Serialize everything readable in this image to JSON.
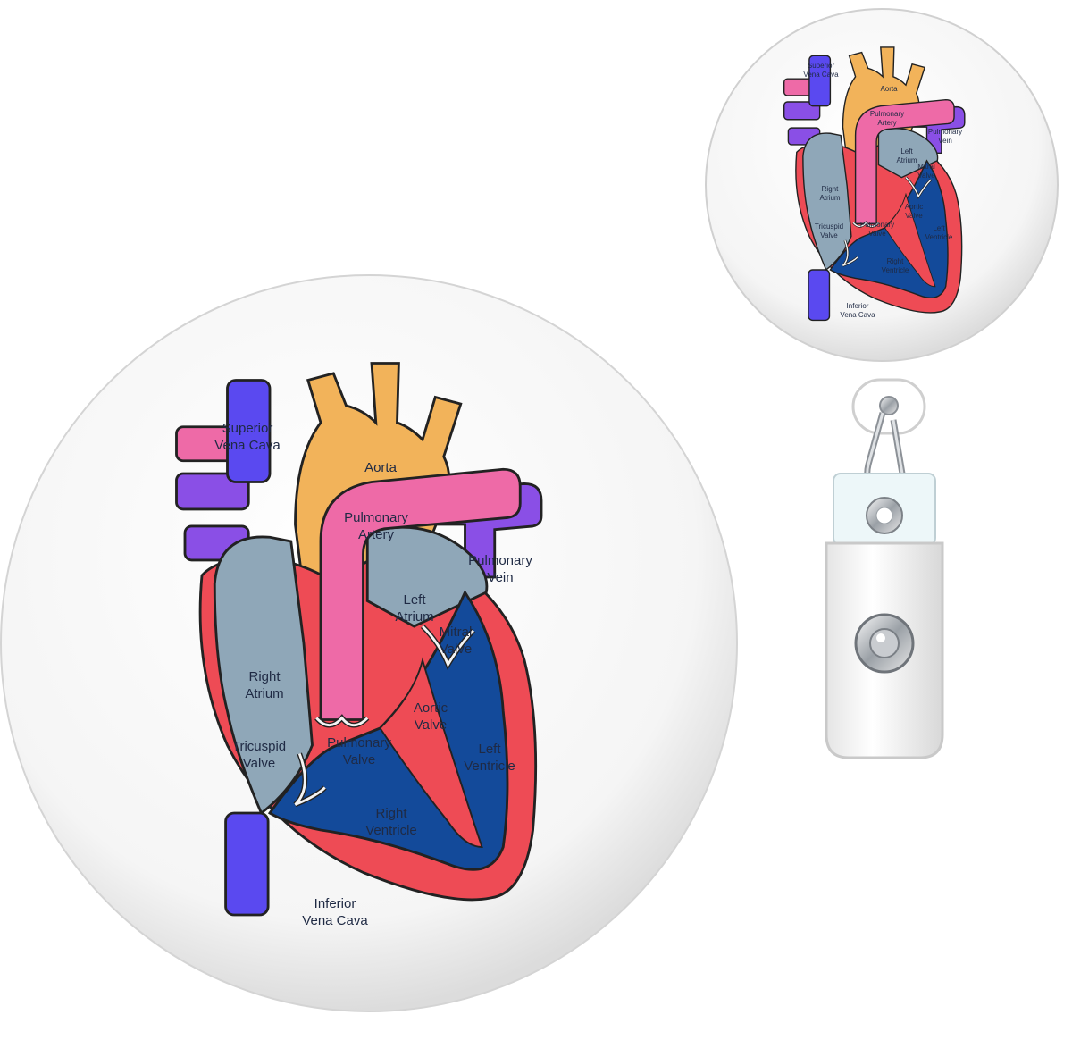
{
  "product": {
    "colors": {
      "background": "#ffffff",
      "button_face": "#f7f7f7",
      "aorta": "#f2b35a",
      "pulmonary_artery": "#ee6aa7",
      "pulmonary_vein": "#8a4fe6",
      "vena_cava": "#5a49f0",
      "atrium": "#8fa7b8",
      "ventricle": "#134a9a",
      "myocardium": "#ee4b55",
      "valve": "#f4f4f4"
    },
    "labels": {
      "superior_vena_cava": [
        "Superior",
        "Vena Cava"
      ],
      "aorta": [
        "Aorta"
      ],
      "pulmonary_artery": [
        "Pulmonary",
        "Artery"
      ],
      "pulmonary_vein": [
        "Pulmonary",
        "Vein"
      ],
      "left_atrium": [
        "Left",
        "Atrium"
      ],
      "mitral_valve": [
        "Mitral",
        "Valve"
      ],
      "right_atrium": [
        "Right",
        "Atrium"
      ],
      "aortic_valve": [
        "Aortic",
        "Valve"
      ],
      "tricuspid_valve": [
        "Tricuspid",
        "Valve"
      ],
      "pulmonary_valve": [
        "Pulmonary",
        "Valve"
      ],
      "left_ventricle": [
        "Left",
        "Ventricle"
      ],
      "right_ventricle": [
        "Right",
        "Ventricle"
      ],
      "inferior_vena_cava": [
        "Inferior",
        "Vena Cava"
      ]
    }
  }
}
